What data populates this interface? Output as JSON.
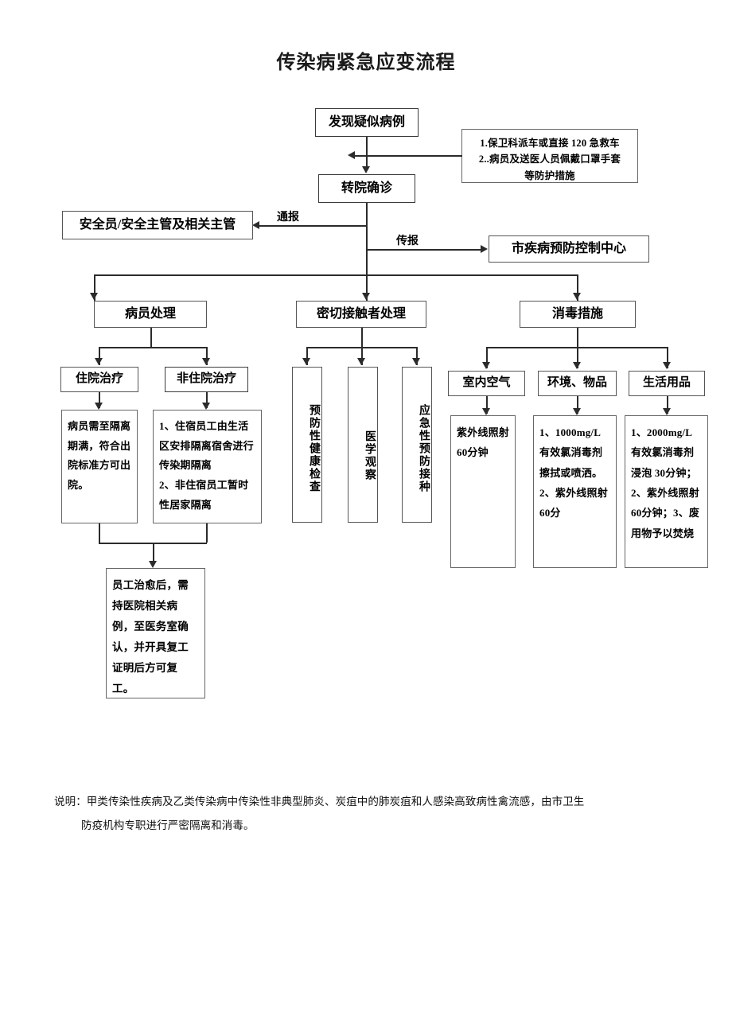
{
  "document": {
    "title": "传染病紧急应变流程"
  },
  "nodes": {
    "discover_case": "发现疑似病例",
    "transfer_confirm": "转院确诊",
    "safety_officer": "安全员/安全主管及相关主管",
    "cdc_center": "市疾病预防控制中心",
    "patient_handling": "病员处理",
    "close_contact_handling": "密切接触者处理",
    "disinfection_measures": "消毒措施",
    "inpatient_treatment": "住院治疗",
    "outpatient_treatment": "非住院治疗",
    "preventive_health_check": "预防性健康检查",
    "medical_observation": "医学观察",
    "emergency_vaccination": "应急性预防接种",
    "indoor_air": "室内空气",
    "environment_items": "环境、物品",
    "daily_necessities": "生活用品"
  },
  "detail_boxes": {
    "transport_notes": "1.保卫科派车或直接 120 急救车\n2..病员及送医人员佩戴口罩手套\n等防护措施",
    "inpatient_detail": "病员需至隔离期满，符合出院标准方可出院。",
    "outpatient_detail": "1、住宿员工由生活区安排隔离宿舍进行传染期隔离\n2、非住宿员工暂时性居家隔离",
    "return_to_work": "员工治愈后，需持医院相关病例，至医务室确认，并开具复工证明后方可复工。",
    "air_detail": "紫外线照射 60分钟",
    "environment_detail": "1、1000mg/L有效氯消毒剂擦拭或喷洒。2、紫外线照射 60分",
    "necessities_detail": "1、2000mg/L有效氯消毒剂浸泡 30分钟；2、紫外线照射 60分钟；3、废用物予以焚烧"
  },
  "edge_labels": {
    "notify": "通报",
    "report": "传报"
  },
  "footnote": {
    "line1": "说明：甲类传染性疾病及乙类传染病中传染性非典型肺炎、炭疽中的肺炭疽和人感染高致病性禽流感，由市卫生",
    "line2": "防疫机构专职进行严密隔离和消毒。"
  },
  "colors": {
    "box_border": "#555555",
    "line": "#2b2b2b",
    "text": "#000000",
    "background": "#ffffff"
  }
}
